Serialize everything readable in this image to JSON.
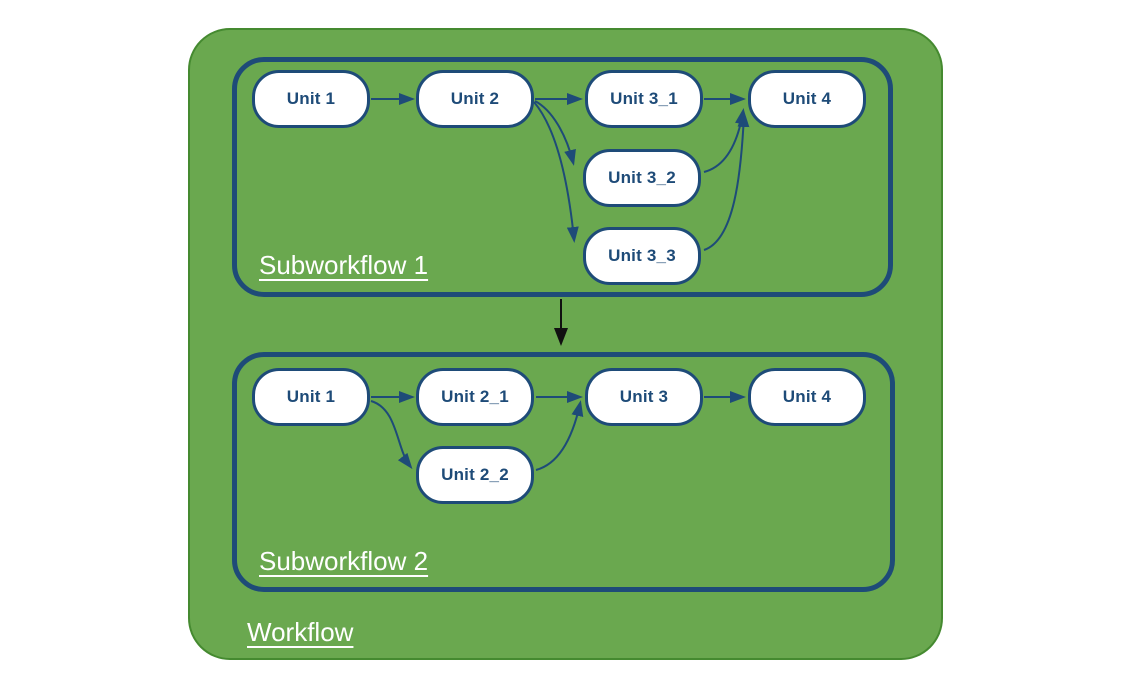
{
  "diagram": {
    "type": "workflow-diagram",
    "workflow": {
      "label": "Workflow",
      "subworkflows": [
        {
          "label": "Subworkflow 1",
          "nodes": [
            {
              "id": "s1-unit1",
              "label": "Unit 1"
            },
            {
              "id": "s1-unit2",
              "label": "Unit 2"
            },
            {
              "id": "s1-unit3_1",
              "label": "Unit 3_1"
            },
            {
              "id": "s1-unit3_2",
              "label": "Unit 3_2"
            },
            {
              "id": "s1-unit3_3",
              "label": "Unit 3_3"
            },
            {
              "id": "s1-unit4",
              "label": "Unit 4"
            }
          ],
          "edges": [
            {
              "from": "Unit 1",
              "to": "Unit 2"
            },
            {
              "from": "Unit 2",
              "to": "Unit 3_1"
            },
            {
              "from": "Unit 2",
              "to": "Unit 3_2"
            },
            {
              "from": "Unit 2",
              "to": "Unit 3_3"
            },
            {
              "from": "Unit 3_1",
              "to": "Unit 4"
            },
            {
              "from": "Unit 3_2",
              "to": "Unit 4"
            },
            {
              "from": "Unit 3_3",
              "to": "Unit 4"
            }
          ]
        },
        {
          "label": "Subworkflow 2",
          "nodes": [
            {
              "id": "s2-unit1",
              "label": "Unit 1"
            },
            {
              "id": "s2-unit2_1",
              "label": "Unit 2_1"
            },
            {
              "id": "s2-unit2_2",
              "label": "Unit 2_2"
            },
            {
              "id": "s2-unit3",
              "label": "Unit 3"
            },
            {
              "id": "s2-unit4",
              "label": "Unit 4"
            }
          ],
          "edges": [
            {
              "from": "Unit 1",
              "to": "Unit 2_1"
            },
            {
              "from": "Unit 1",
              "to": "Unit 2_2"
            },
            {
              "from": "Unit 2_1",
              "to": "Unit 3"
            },
            {
              "from": "Unit 2_2",
              "to": "Unit 3"
            },
            {
              "from": "Unit 3",
              "to": "Unit 4"
            }
          ]
        }
      ],
      "connector": {
        "from": "Subworkflow 1",
        "to": "Subworkflow 2"
      }
    },
    "colors": {
      "background": "#ffffff",
      "workflow_fill": "#6aa84f",
      "workflow_border": "#458a30",
      "subworkflow_border": "#1e4b78",
      "node_fill": "#ffffff",
      "node_border": "#1e4b78",
      "node_text": "#1e4b78",
      "edge": "#1e4b78",
      "connector": "#111111",
      "label_text": "#ffffff"
    }
  }
}
